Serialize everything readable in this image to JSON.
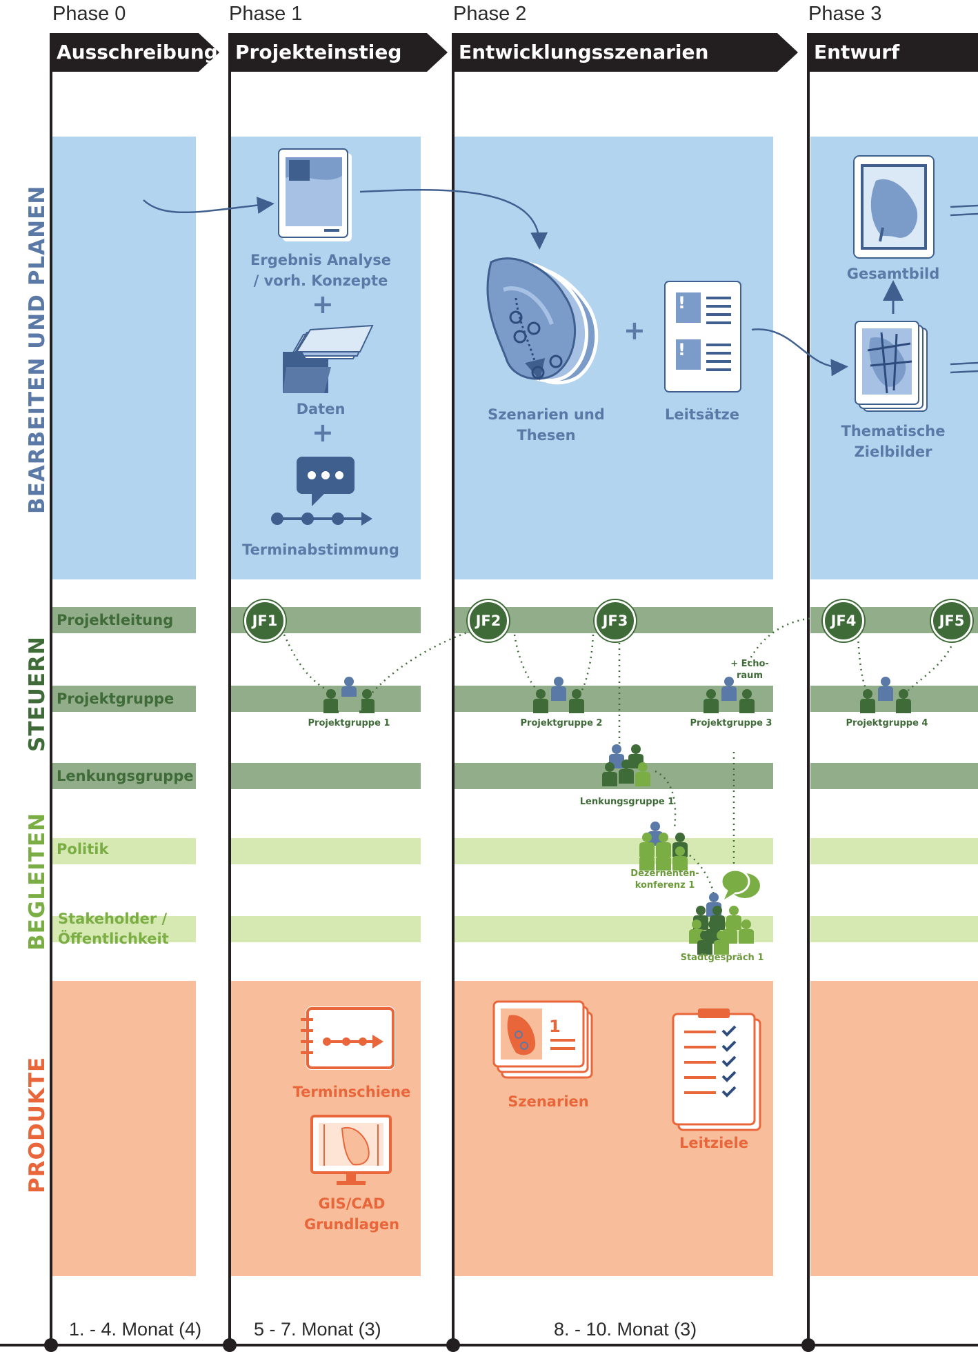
{
  "phases": [
    {
      "label": "Phase 0",
      "title": "Ausschreibung"
    },
    {
      "label": "Phase 1",
      "title": "Projekteinstieg"
    },
    {
      "label": "Phase 2",
      "title": "Entwicklungsszenarien"
    },
    {
      "label": "Phase 3",
      "title": "Entwurf"
    }
  ],
  "side_labels": {
    "bearbeiten": "BEARBEITEN UND PLANEN",
    "steuern": "STEUERN",
    "begleiten": "BEGLEITEN",
    "produkte": "PRODUKTE"
  },
  "rows": {
    "projektleitung": "Projektleitung",
    "projektgruppe": "Projektgruppe",
    "lenkungsgruppe": "Lenkungsgruppe",
    "politik": "Politik",
    "stakeholder_1": "Stakeholder /",
    "stakeholder_2": "Öffentlichkeit"
  },
  "planning": {
    "ergebnis_1": "Ergebnis Analyse",
    "ergebnis_2": "/ vorh. Konzepte",
    "daten": "Daten",
    "termin": "Terminabstimmung",
    "szenarien_1": "Szenarien und",
    "szenarien_2": "Thesen",
    "leitsaetze": "Leitsätze",
    "gesamtbild": "Gesamtbild",
    "zielbilder_1": "Thematische",
    "zielbilder_2": "Zielbilder",
    "plus": "+"
  },
  "nodes": [
    "JF1",
    "JF2",
    "JF3",
    "JF4",
    "JF5"
  ],
  "groups": {
    "pg1": "Projektgruppe 1",
    "pg2": "Projektgruppe 2",
    "pg3": "Projektgruppe 3",
    "pg4": "Projektgruppe 4",
    "echo_1": "+ Echo-",
    "echo_2": "raum",
    "lenk1": "Lenkungsgruppe 1",
    "dez_1": "Dezernenten-",
    "dez_2": "konferenz 1",
    "stadt": "Stadtgespräch 1"
  },
  "products": {
    "terminschiene": "Terminschiene",
    "gis_1": "GIS/CAD",
    "gis_2": "Grundlagen",
    "szenarien": "Szenarien",
    "szenarien_num": "1",
    "leitziele": "Leitziele"
  },
  "months": [
    "1. - 4. Monat (4)",
    "5 - 7. Monat (3)",
    "8. - 10. Monat (3)"
  ],
  "colors": {
    "dark": "#231f20",
    "blue_zone": "#b3d4ee",
    "blue_icon": "#5b79a6",
    "dark_green_band": "#92ad8a",
    "dark_green": "#3f6b38",
    "light_green_band": "#d6e9b3",
    "light_green": "#7aae44",
    "orange_zone": "#f8be9c",
    "orange": "#e8663a"
  }
}
